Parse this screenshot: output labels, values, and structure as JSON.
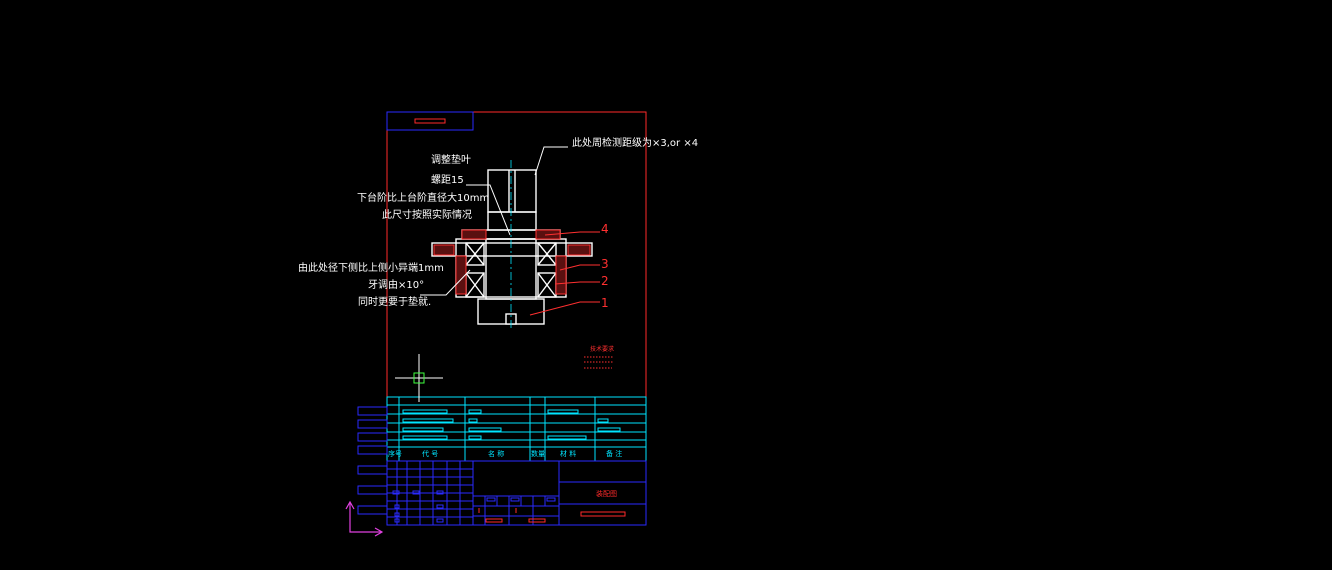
{
  "drawing": {
    "background_color": "#000000",
    "colors": {
      "frame_red": "#ff2a2a",
      "table_blue": "#2a2aff",
      "table_cyan": "#00e5ff",
      "part_white": "#ffffff",
      "hatch_red": "#ff3030",
      "leader_red": "#ff3030",
      "centerline_cyan": "#00e5ff",
      "ucs_magenta": "#e040e0",
      "cursor_green": "#40ff40"
    },
    "notes": {
      "top_right": "此处周检测距级为×3,or ×4",
      "left_block_1": "调整垫叶",
      "left_block_2": "螺距15",
      "left_block_3": "下台阶比上台阶直径大10mm",
      "left_block_4": "此尺寸按照实际情况",
      "left_lower_1": "由此处径下侧比上侧小异端1mm",
      "left_lower_2": "牙调由×10°",
      "left_lower_3": "同时更要于垫就."
    },
    "part_numbers": [
      "1",
      "2",
      "3",
      "4"
    ],
    "small_label": "技术要求",
    "bom_headers": {
      "index": "序号",
      "code": "代 号",
      "name": "名 称",
      "qty": "数量",
      "material": "材 料",
      "remark": "备 注"
    },
    "title_block_label": "装配图",
    "icons": {
      "ucs": "ucs-axis-icon",
      "cursor": "crosshair-cursor-icon"
    }
  }
}
